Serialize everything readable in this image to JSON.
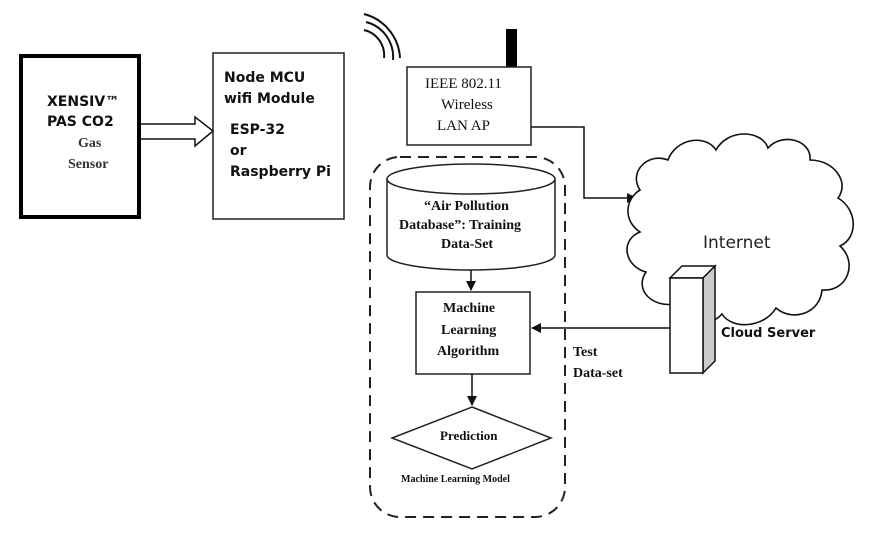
{
  "sensor": {
    "line1": "XENSIV™",
    "line2": "PAS CO2",
    "line3": "Gas",
    "line4": "Sensor"
  },
  "mcu": {
    "line1": "Node MCU",
    "line2": "wifi Module",
    "line3": "ESP-32",
    "line4": "or",
    "line5": "Raspberry Pi"
  },
  "access_point": {
    "line1": "IEEE 802.11",
    "line2": "Wireless",
    "line3": "LAN AP"
  },
  "database": {
    "line1": "“Air Pollution",
    "line2": "Database”: Training",
    "line3": "Data-Set"
  },
  "algorithm": {
    "line1": "Machine",
    "line2": "Learning",
    "line3": "Algorithm"
  },
  "prediction": {
    "label": "Prediction"
  },
  "ml_model": {
    "caption": "Machine Learning Model"
  },
  "test_data": {
    "line1": "Test",
    "line2": "Data-set"
  },
  "internet": {
    "label": "Internet"
  },
  "cloud_server": {
    "label": "Cloud Server"
  },
  "colors": {
    "stroke": "#111111",
    "server_side": "#cccccc"
  }
}
